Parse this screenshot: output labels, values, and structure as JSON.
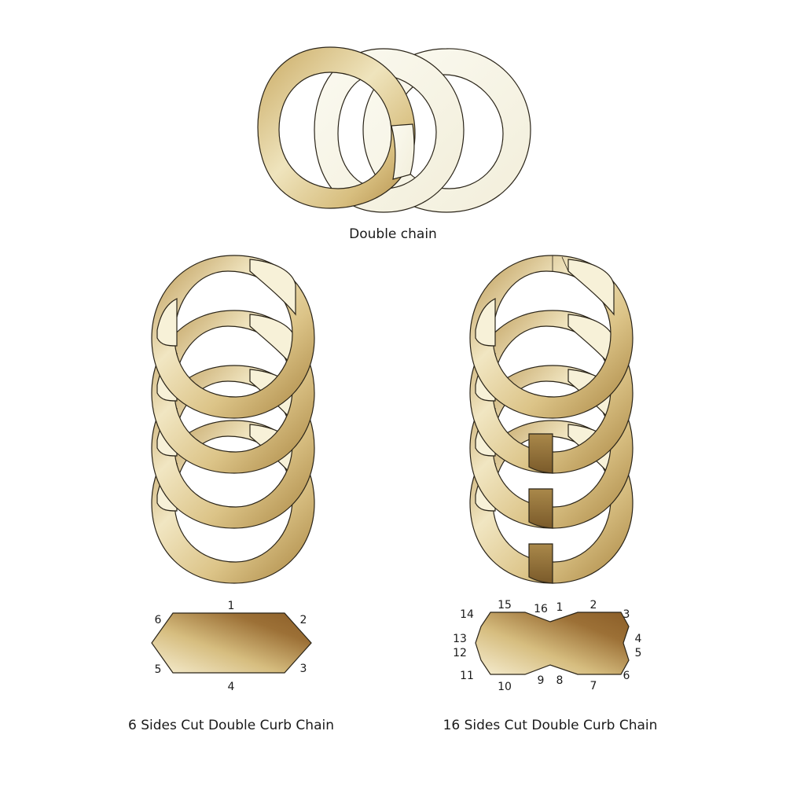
{
  "captions": {
    "top": "Double chain",
    "left": "6 Sides Cut Double Curb Chain",
    "right": "16 Sides Cut Double Curb Chain"
  },
  "six_side_labels": [
    "1",
    "2",
    "3",
    "4",
    "5",
    "6"
  ],
  "sixteen_side_labels": [
    "1",
    "2",
    "3",
    "4",
    "5",
    "6",
    "7",
    "8",
    "9",
    "10",
    "11",
    "12",
    "13",
    "14",
    "15",
    "16"
  ],
  "colors": {
    "gold_light": "#efe4bd",
    "gold_mid": "#c9a961",
    "gold_dark": "#8b5e28",
    "cream": "#f8f6ec",
    "outline": "#2a2418"
  }
}
